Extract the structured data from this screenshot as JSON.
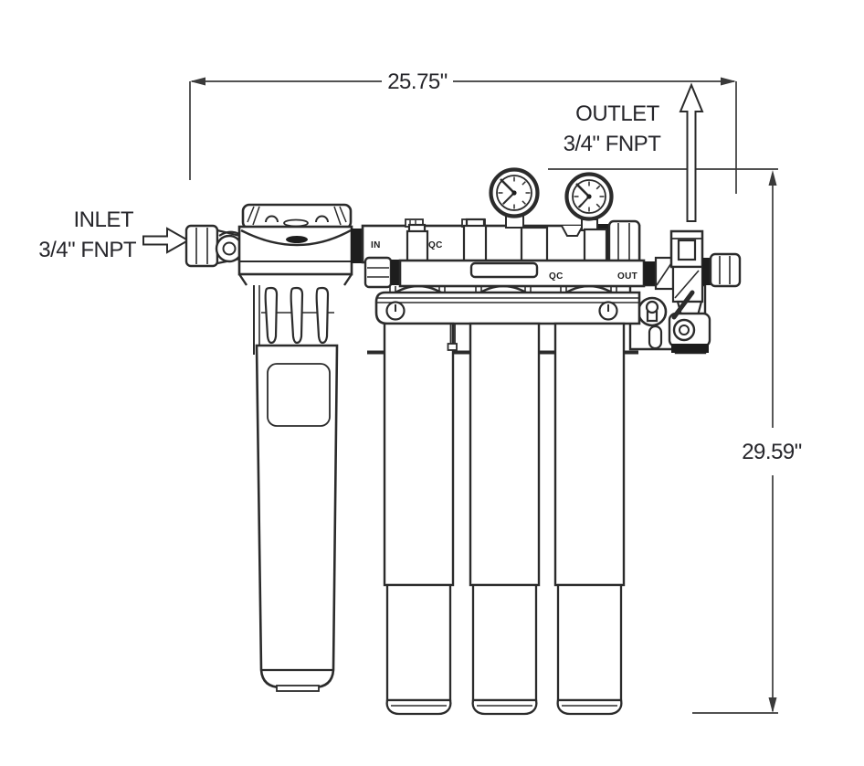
{
  "diagram": {
    "type": "technical-line-drawing",
    "subject": "triple water filtration system with pre-filter, manifold, two pressure gauges and three cartridges",
    "colors": {
      "background": "#ffffff",
      "line": "#2b2b2b",
      "text": "#26262b",
      "dark_fill": "#1d1d1d"
    }
  },
  "dimensions": {
    "width_label": "25.75\"",
    "height_label": "29.59\""
  },
  "ports": {
    "inlet_line1": "INLET",
    "inlet_line2": "3/4\" FNPT",
    "outlet_line1": "OUTLET",
    "outlet_line2": "3/4\" FNPT"
  },
  "manifold": {
    "in_label": "IN",
    "qc_top_label": "QC",
    "qc_bottom_label": "QC",
    "out_label": "OUT"
  }
}
